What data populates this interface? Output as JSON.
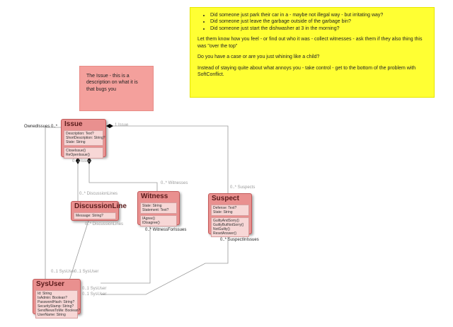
{
  "notes": {
    "yellow": {
      "bullets": [
        "Did someone just park their car in a - maybe not illegal way - but irritating way?",
        "Did someone just leave the garbage outside of the garbage bin?",
        "Did someone just start the dishwasher at 3 in the morning?"
      ],
      "p1": "Let them know how you feel - or find out who it was - collect witnesses - ask them if they also thing this was \"over the top\"",
      "p2": "Do you have a case or are you just whining like a child?",
      "p3": "Instead of staying quite about what annoys you - take control - get to the bottom of the problem with SoftConflict."
    },
    "pink": {
      "text": "The Issue - this is a description on what it is that bugs you"
    }
  },
  "classes": {
    "issue": {
      "name": "Issue",
      "attributes": [
        "Description: Text?",
        "ShortDescription: String?",
        "State: String"
      ],
      "methods": [
        "CloseIssue()",
        "ReOpenIssue()"
      ]
    },
    "witness": {
      "name": "Witness",
      "attributes": [
        "State: String",
        "Statement: Text?"
      ],
      "methods": [
        "IAgree()",
        "IDisagree()"
      ]
    },
    "suspect": {
      "name": "Suspect",
      "attributes": [
        "Defense: Text?",
        "State: String"
      ],
      "methods": [
        "GuiltyAndSorry()",
        "GuiltyButNotSorry()",
        "NotGuilty()",
        "ResetAnswer()"
      ]
    },
    "discussionline": {
      "name": "DiscussionLine",
      "attributes": [
        "Message: String?"
      ],
      "methods": []
    },
    "sysuser": {
      "name": "SysUser",
      "attributes": [
        "Id: String",
        "IsAdmin: Boolean?",
        "PasswordHash: String?",
        "SecurityStamp: String?",
        "SendNewsToMe: Boolean?",
        "UserName: String"
      ],
      "methods": []
    }
  },
  "labels": {
    "ownedissues": "OwnedIssues 0..*",
    "issue_top": "1 Issue",
    "issue_bottom": "0..1 Issue",
    "discussionlines": "0..* DiscussionLines",
    "witnesses": "0..* Witnesses",
    "suspects": "0..* Suspects",
    "discussionlines_bottom": "0..* DiscussionLines",
    "witnessforissues": "0..* WitnessForIssues",
    "suspectinissues": "0..* SuspectInIssues",
    "sysuser_left": "0..1 SysUser",
    "sysuser_mid": "0..1 SysUser",
    "sysuser_right1": "0..1 SysUser",
    "sysuser_right2": "0..1 SysUser"
  },
  "colors": {
    "note_yellow": "#ffff33",
    "note_pink": "#f4a09c",
    "class_fill": "#e9908f",
    "class_border": "#c35a5a"
  }
}
